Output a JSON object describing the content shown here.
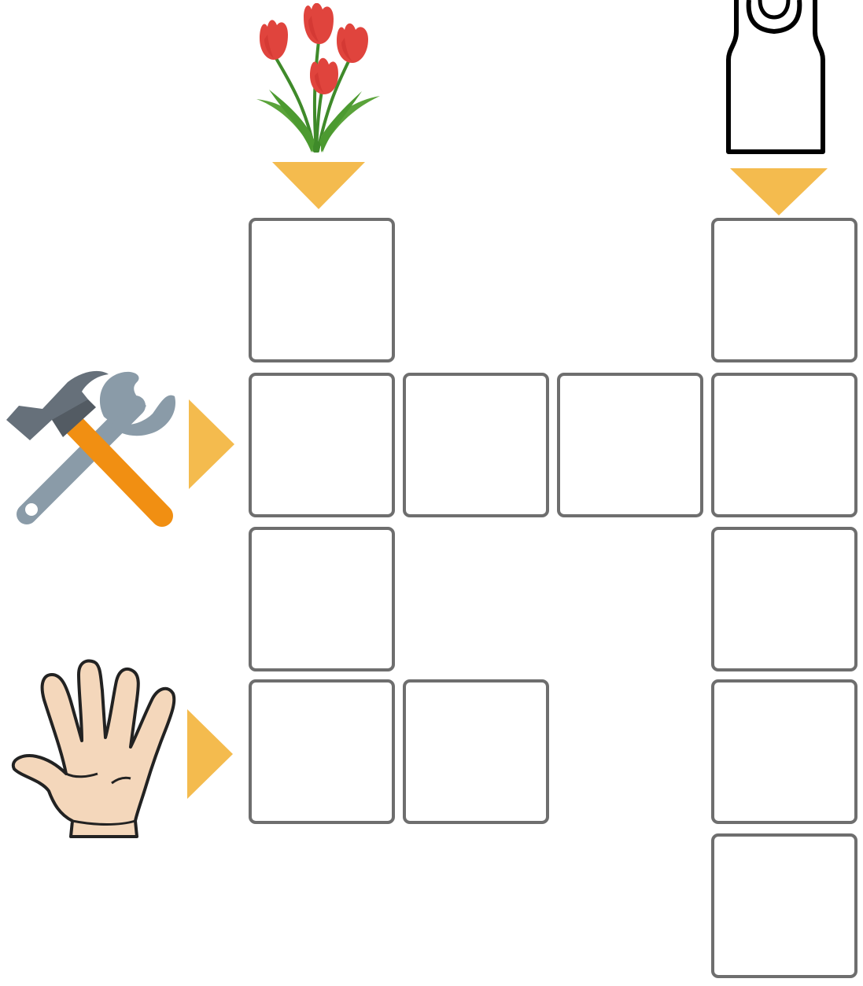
{
  "puzzle": {
    "type": "picture-crossword",
    "colors": {
      "cell_border": "#6e6e6e",
      "arrow": "#f4bb4e"
    },
    "clues": [
      {
        "id": "flowers",
        "icon": "tulips-icon",
        "direction": "down",
        "length": 4
      },
      {
        "id": "tank-top",
        "icon": "tank-top-icon",
        "direction": "down",
        "length": 5
      },
      {
        "id": "tools",
        "icon": "hammer-wrench-icon",
        "direction": "across",
        "length": 4
      },
      {
        "id": "hand",
        "icon": "open-hand-icon",
        "direction": "across",
        "length": 2
      }
    ],
    "cell_count": 12
  }
}
